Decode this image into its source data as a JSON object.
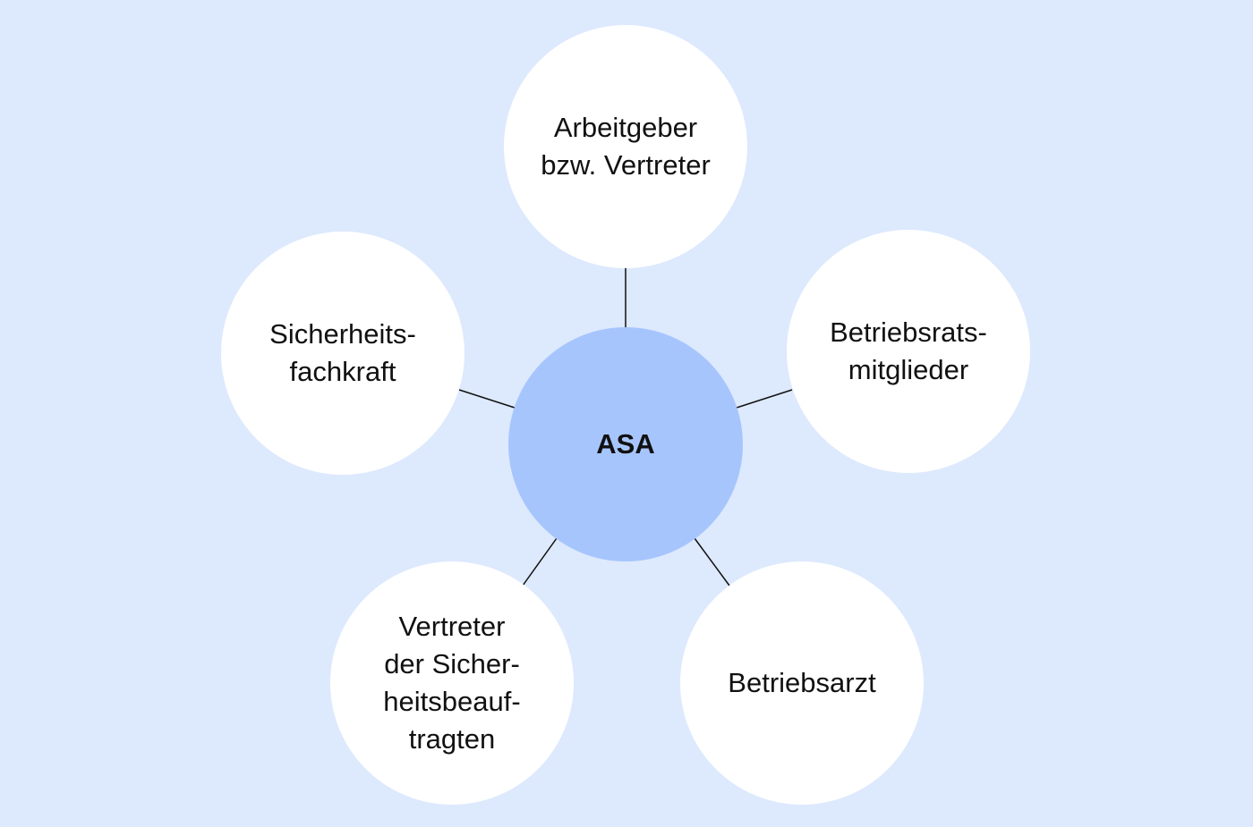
{
  "diagram": {
    "center": {
      "label": "ASA"
    },
    "nodes": [
      {
        "id": "arbeitgeber",
        "label": "Arbeitgeber\nbzw. Vertreter"
      },
      {
        "id": "betriebsrat",
        "label": "Betriebsrats-\nmitglieder"
      },
      {
        "id": "betriebsarzt",
        "label": "Betriebsarzt"
      },
      {
        "id": "sicherheitsbeauftragte",
        "label": "Vertreter\nder Sicher-\nheitsbeauf-\ntragten"
      },
      {
        "id": "sicherheitsfachkraft",
        "label": "Sicherheits-\nfachkraft"
      }
    ],
    "colors": {
      "background": "#dde9fd",
      "outer_node": "#ffffff",
      "center_node": "#a7c5fd",
      "connector": "#111111"
    }
  }
}
